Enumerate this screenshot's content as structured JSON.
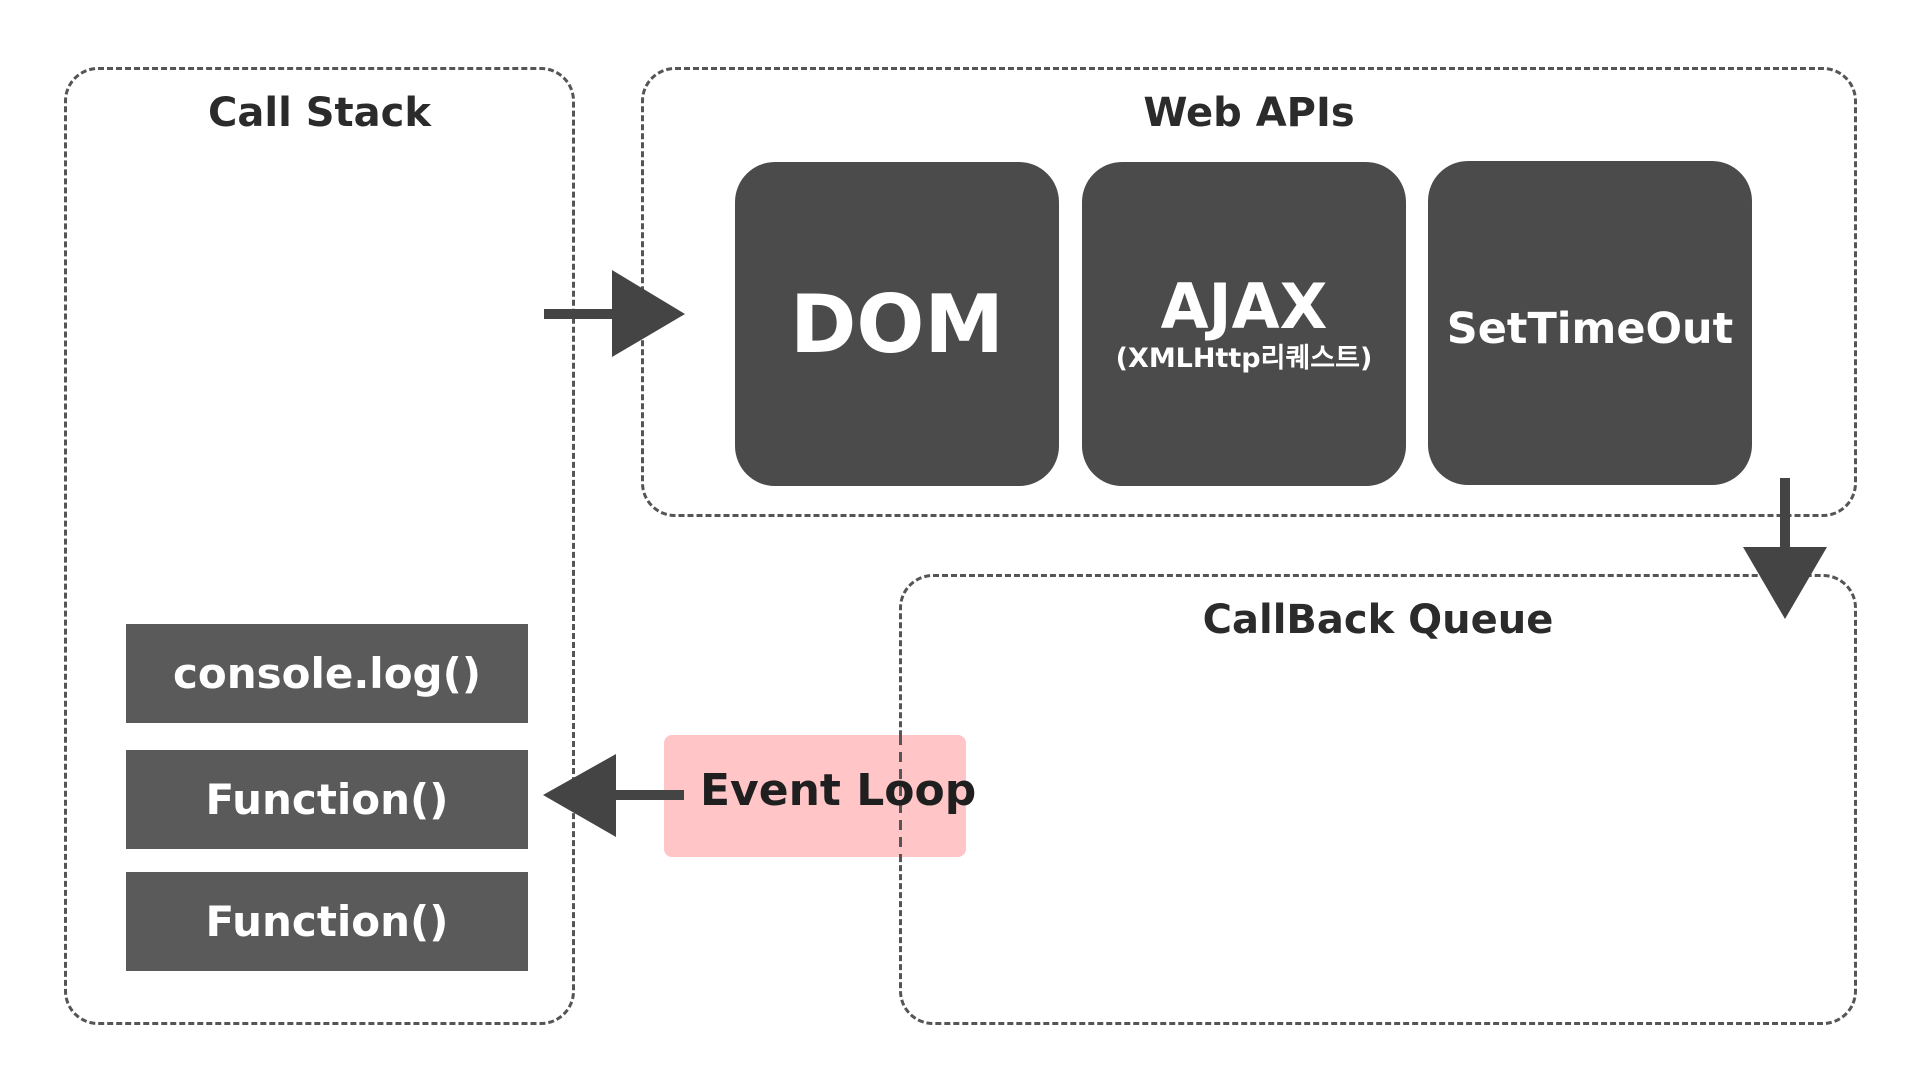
{
  "call_stack": {
    "title": "Call Stack",
    "items": [
      "console.log()",
      "Function()",
      "Function()"
    ]
  },
  "web_apis": {
    "title": "Web APIs",
    "dom": "DOM",
    "ajax": "AJAX",
    "ajax_sub": "(XMLHttp리퀘스트)",
    "settimeout": "SetTimeOut"
  },
  "callback_queue": {
    "title": "CallBack Queue"
  },
  "event_loop": {
    "label": "Event Loop"
  },
  "colors": {
    "box_dark": "#4b4b4b",
    "stack_item": "#5a5a5a",
    "event_loop_bg": "#ffc5c7",
    "border": "#555555"
  }
}
